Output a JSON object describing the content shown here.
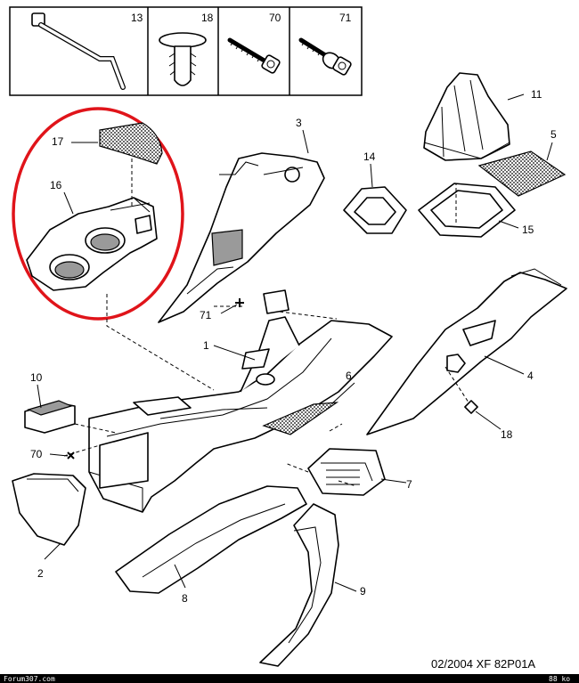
{
  "header_parts": [
    {
      "number": "13",
      "icon": "cable-tie-icon"
    },
    {
      "number": "18",
      "icon": "push-clip-icon"
    },
    {
      "number": "70",
      "icon": "screw-icon"
    },
    {
      "number": "71",
      "icon": "shoulder-screw-icon"
    }
  ],
  "callouts": {
    "c1": "1",
    "c2": "2",
    "c3": "3",
    "c4": "4",
    "c5": "5",
    "c6": "6",
    "c7": "7",
    "c8": "8",
    "c9": "9",
    "c10": "10",
    "c11": "11",
    "c14": "14",
    "c15": "15",
    "c16": "16",
    "c17": "17",
    "c18": "18",
    "c70": "70",
    "c71": "71"
  },
  "highlight_color": "#e0141a",
  "footer": {
    "ref": "02/2004  XF 82P01A",
    "site": "Forum307.com",
    "size": "88 ko"
  }
}
